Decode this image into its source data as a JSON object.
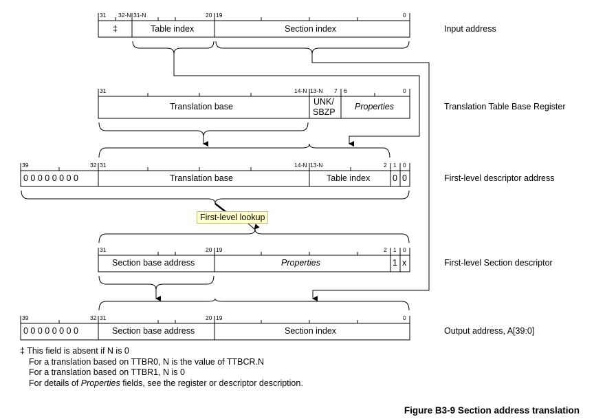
{
  "rows": {
    "input": {
      "side_label": "Input address",
      "bits": [
        "31",
        "32-N",
        "31-N",
        "20",
        "19",
        "0"
      ],
      "fields": [
        "‡",
        "Table index",
        "Section index"
      ]
    },
    "ttbr": {
      "side_label": "Translation Table Base Register",
      "bits": [
        "31",
        "14-N",
        "13-N",
        "7",
        "6",
        "0"
      ],
      "fields": [
        "Translation base",
        "UNK/",
        "SBZP",
        "Properties"
      ]
    },
    "fld_addr": {
      "side_label": "First-level descriptor address",
      "bits": [
        "39",
        "32",
        "31",
        "14-N",
        "13-N",
        "2",
        "1",
        "0"
      ],
      "fields": [
        "0 0 0 0 0 0 0 0",
        "Translation base",
        "Table index",
        "0",
        "0"
      ]
    },
    "section_desc": {
      "side_label": "First-level Section descriptor",
      "bits": [
        "31",
        "20",
        "19",
        "2",
        "1",
        "0"
      ],
      "fields": [
        "Section base address",
        "Properties",
        "1",
        "x"
      ]
    },
    "output": {
      "side_label": "Output address, A[39:0]",
      "bits": [
        "39",
        "32",
        "31",
        "20",
        "19",
        "0"
      ],
      "fields": [
        "0 0 0 0 0 0 0 0",
        "Section base address",
        "Section index"
      ]
    }
  },
  "lookup_label": "First-level lookup",
  "notes": {
    "line1": "‡ This field is absent if N is 0",
    "line2": "For a translation based on TTBR0, N is the value of TTBCR.N",
    "line3": "For a translation based on TTBR1, N is 0",
    "line4_pre": "For details of ",
    "line4_it": "Properties",
    "line4_post": " fields, see the register or descriptor description."
  },
  "caption": "Figure B3-9 Section address translation",
  "colors": {
    "lookup_bg": "#ffffcc",
    "line": "#000000"
  }
}
